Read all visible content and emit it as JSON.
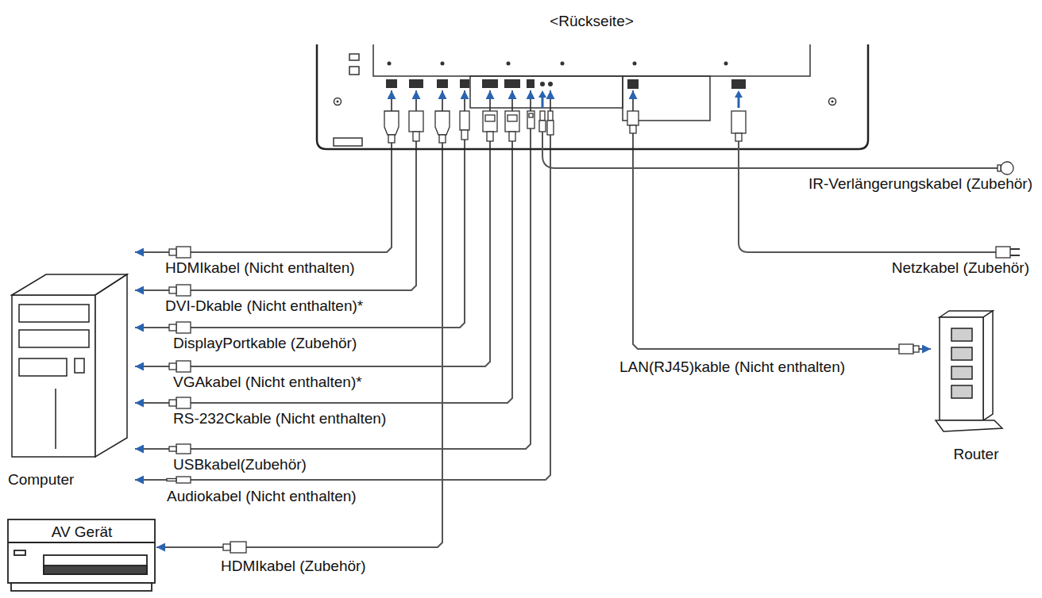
{
  "diagram": {
    "nodes": [
      {
        "text": [
          "<Rückseite>"
        ]
      },
      {
        "text": [
          "Computer"
        ]
      },
      {
        "text": [
          "AV Gerät"
        ]
      },
      {
        "text": [
          "Router"
        ]
      }
    ],
    "edges": [
      {
        "from": 0,
        "to": 1,
        "arrow": "both",
        "label": "HDMIkabel (Nicht enthalten)"
      },
      {
        "from": 0,
        "to": 1,
        "arrow": "both",
        "label": "DVI-Dkable (Nicht enthalten)*"
      },
      {
        "from": 0,
        "to": 1,
        "arrow": "both",
        "label": "DisplayPortkable (Zubehör)"
      },
      {
        "from": 0,
        "to": 1,
        "arrow": "both",
        "label": "VGAkabel (Nicht enthalten)*"
      },
      {
        "from": 0,
        "to": 1,
        "arrow": "both",
        "label": "RS-232Ckable (Nicht enthalten)"
      },
      {
        "from": 0,
        "to": 1,
        "arrow": "both",
        "label": "USBkabel(Zubehör)"
      },
      {
        "from": 0,
        "to": 1,
        "arrow": "both",
        "label": "Audiokabel (Nicht enthalten)"
      },
      {
        "from": 0,
        "to": 2,
        "arrow": "both",
        "label": "HDMIkabel (Zubehör)"
      },
      {
        "from": 0,
        "to": 3,
        "arrow": "both",
        "label": "LAN(RJ45)kable (Nicht enthalten)"
      }
    ],
    "labels": [
      "IR-Verlängerungskabel (Zubehör)",
      "Netzkabel (Zubehör)"
    ]
  }
}
